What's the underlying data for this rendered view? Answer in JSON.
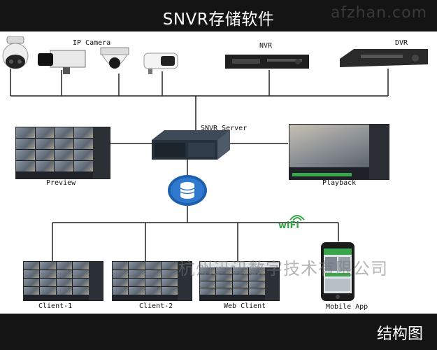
{
  "header": {
    "title": "SNVR存储软件",
    "watermark": "afzhan.com"
  },
  "labels": {
    "ip_camera": "IP Camera",
    "nvr": "NVR",
    "dvr": "DVR",
    "snvr_server": "SNVR Server",
    "preview": "Preview",
    "playback": "Playback",
    "wifi": "wiFi",
    "client1": "Client-1",
    "client2": "Client-2",
    "web_client": "Web Client",
    "mobile_app": "Mobile App"
  },
  "watermark_mid": "杭州迅讯数字技术有限公司",
  "footer": {
    "caption": "结构图"
  },
  "colors": {
    "bar": "#141414",
    "db_blue": "#1e5fae",
    "wifi_green": "#3aa64a"
  }
}
